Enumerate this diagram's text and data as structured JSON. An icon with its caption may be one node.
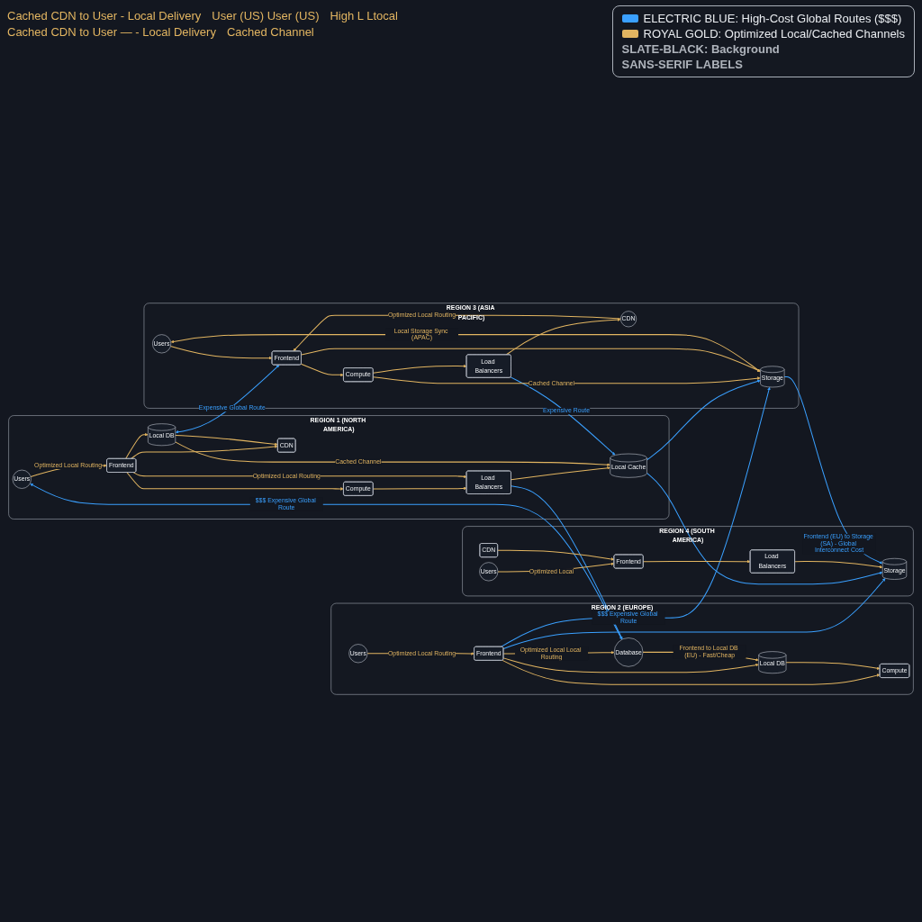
{
  "diagram": {
    "nodes": [
      {
        "text": [
          "REGION 1 (NORTH AMERICA)"
        ]
      },
      {
        "text": [
          "Users"
        ],
        "in": 0
      },
      {
        "text": [
          "CDN"
        ],
        "in": 0
      },
      {
        "text": [
          "Frontend"
        ],
        "in": 0
      },
      {
        "text": [
          "Compute"
        ],
        "in": 0
      },
      {
        "text": [
          "Load Balancers"
        ],
        "in": 0
      },
      {
        "text": [
          "Local DB"
        ],
        "in": 0
      },
      {
        "text": [
          "Local Cache"
        ],
        "in": 0
      },
      {
        "text": [
          "REGION 2 (EUROPE)"
        ]
      },
      {
        "text": [
          "Users"
        ],
        "in": 8
      },
      {
        "text": [
          "Frontend"
        ],
        "in": 8
      },
      {
        "text": [
          "Compute"
        ],
        "in": 8
      },
      {
        "text": [
          "Database"
        ],
        "in": 8
      },
      {
        "text": [
          "Local DB"
        ],
        "in": 8
      },
      {
        "text": [
          "REGION 3 (ASIA PACIFIC)"
        ]
      },
      {
        "text": [
          "CDN"
        ],
        "in": 14
      },
      {
        "text": [
          "Load Balancers"
        ],
        "in": 14
      },
      {
        "text": [
          "Users"
        ],
        "in": 14
      },
      {
        "text": [
          "Frontend"
        ],
        "in": 14
      },
      {
        "text": [
          "Compute"
        ],
        "in": 14
      },
      {
        "text": [
          "Storage"
        ],
        "in": 14
      },
      {
        "text": [
          "REGION 4 (SOUTH AMERICA)"
        ]
      },
      {
        "text": [
          "Users"
        ],
        "in": 21
      },
      {
        "text": [
          "CDN"
        ],
        "in": 21
      },
      {
        "text": [
          "Frontend"
        ],
        "in": 21
      },
      {
        "text": [
          "Load Balancers"
        ],
        "in": 21
      },
      {
        "text": [
          "Storage"
        ],
        "in": 21
      }
    ],
    "edges": [
      {
        "from": 1,
        "to": 3,
        "arrow": "to",
        "label": "Optimized Local Routing"
      },
      {
        "from": 3,
        "to": 2,
        "arrow": "to"
      },
      {
        "from": 3,
        "to": 4,
        "arrow": "to"
      },
      {
        "from": 4,
        "to": 5,
        "arrow": "to"
      },
      {
        "from": 3,
        "to": 5,
        "arrow": "to",
        "label": "Optimized Local Routing"
      },
      {
        "from": 3,
        "to": 6,
        "arrow": "to"
      },
      {
        "from": 6,
        "to": 2,
        "arrow": "to"
      },
      {
        "from": 5,
        "to": 7,
        "arrow": "to"
      },
      {
        "from": 6,
        "to": 7,
        "arrow": "to",
        "label": "Cached Channel"
      },
      {
        "from": 1,
        "to": 12,
        "arrow": "both",
        "label": "$$$ Expensive Global Route",
        "color": "#3aa0ff"
      },
      {
        "from": 5,
        "to": 12,
        "arrow": "to",
        "color": "#3aa0ff"
      },
      {
        "from": 9,
        "to": 10,
        "arrow": "to",
        "label": "Optimized Local Routing"
      },
      {
        "from": 10,
        "to": 11,
        "arrow": "to"
      },
      {
        "from": 10,
        "to": 12,
        "arrow": "to",
        "label": "Optimized Local Local Routing"
      },
      {
        "from": 10,
        "to": 13,
        "arrow": "to"
      },
      {
        "from": 13,
        "to": 11,
        "arrow": "to"
      },
      {
        "from": 12,
        "to": 13,
        "arrow": "to",
        "label": "Frontend to Local DB (EU) - Fast/Cheap"
      },
      {
        "from": 6,
        "to": 18,
        "arrow": "both",
        "label": "Expensive Global Route",
        "color": "#3aa0ff"
      },
      {
        "from": 16,
        "to": 7,
        "arrow": "to",
        "label": "Expensive Route",
        "color": "#3aa0ff"
      },
      {
        "from": 7,
        "to": 20,
        "arrow": "to",
        "color": "#3aa0ff"
      },
      {
        "from": 7,
        "to": 26,
        "arrow": "to",
        "color": "#3aa0ff"
      },
      {
        "from": 10,
        "to": 20,
        "arrow": "to",
        "label": "$$$ Expensive Global Route",
        "color": "#3aa0ff"
      },
      {
        "from": 10,
        "to": 26,
        "arrow": "to",
        "color": "#3aa0ff"
      },
      {
        "from": 16,
        "to": 15,
        "arrow": "to"
      },
      {
        "from": 15,
        "to": 18,
        "arrow": "to",
        "label": "Optimized Local Routing"
      },
      {
        "from": 17,
        "to": 18,
        "arrow": "to"
      },
      {
        "from": 18,
        "to": 19,
        "arrow": "to"
      },
      {
        "from": 19,
        "to": 16,
        "arrow": "to"
      },
      {
        "from": 19,
        "to": 20,
        "arrow": "to",
        "label": "Cached Channel"
      },
      {
        "from": 18,
        "to": 20,
        "arrow": "to"
      },
      {
        "from": 17,
        "to": 20,
        "arrow": "both",
        "label": "Local Storage Sync (APAC)"
      },
      {
        "from": 22,
        "to": 24,
        "arrow": "to",
        "label": "Optimized Local"
      },
      {
        "from": 23,
        "to": 24,
        "arrow": "to"
      },
      {
        "from": 24,
        "to": 25,
        "arrow": "to"
      },
      {
        "from": 25,
        "to": 26,
        "arrow": "to"
      },
      {
        "from": 20,
        "to": 26,
        "arrow": "to",
        "label": "Frontend (EU) to Storage (SA) - Global Interconnect Cost",
        "color": "#3aa0ff"
      }
    ],
    "labels": [
      "Cached CDN to User - Local Delivery",
      "User (US) User (US)",
      "High L Ltocal",
      "Cached CDN to User — - Local Delivery",
      "Cached Channel"
    ],
    "legend": [
      {
        "text": "ELECTRIC BLUE: High-Cost Global Routes ($$$)",
        "color": "#3aa0ff"
      },
      {
        "text": "ROYAL GOLD: Optimized Local/Cached Channels",
        "color": "#e2b561"
      },
      {
        "text": "SLATE-BLACK: Background"
      },
      {
        "text": "SANS-SERIF LABELS"
      }
    ]
  }
}
